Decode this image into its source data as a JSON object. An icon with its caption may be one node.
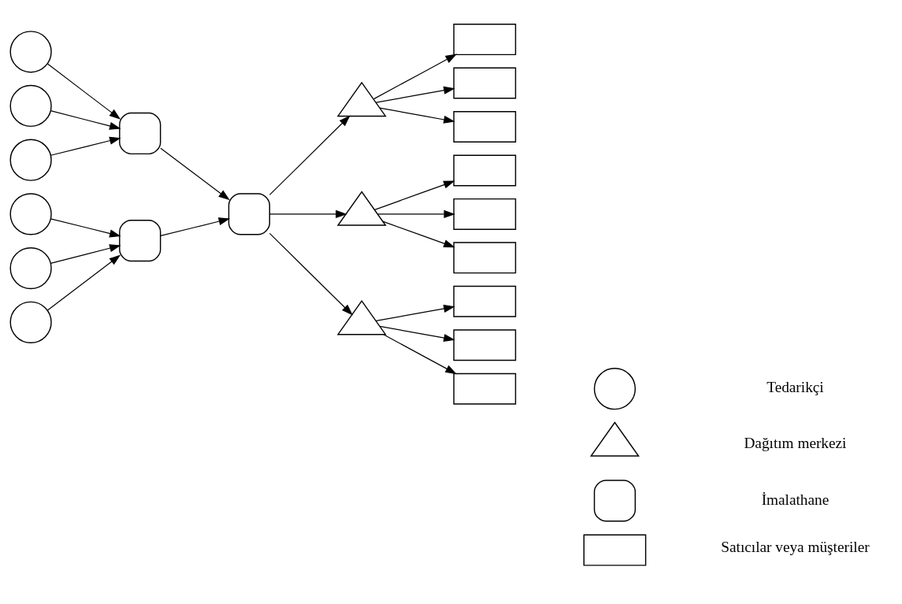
{
  "diagram": {
    "nodes": [
      {
        "text": [],
        "shape": "circle"
      },
      {
        "text": [],
        "shape": "circle"
      },
      {
        "text": [],
        "shape": "circle"
      },
      {
        "text": [],
        "shape": "circle"
      },
      {
        "text": [],
        "shape": "circle"
      },
      {
        "text": [],
        "shape": "circle"
      },
      {
        "text": [],
        "shape": "box"
      },
      {
        "text": [],
        "shape": "box"
      },
      {
        "text": [],
        "shape": "box"
      },
      {
        "text": [],
        "shape": "triangle"
      },
      {
        "text": [],
        "shape": "triangle"
      },
      {
        "text": [],
        "shape": "triangle"
      },
      {
        "text": [],
        "shape": "box"
      },
      {
        "text": [],
        "shape": "box"
      },
      {
        "text": [],
        "shape": "box"
      },
      {
        "text": [],
        "shape": "box"
      },
      {
        "text": [],
        "shape": "box"
      },
      {
        "text": [],
        "shape": "box"
      },
      {
        "text": [],
        "shape": "box"
      },
      {
        "text": [],
        "shape": "box"
      },
      {
        "text": [],
        "shape": "box"
      },
      {
        "text": [],
        "shape": "circle"
      },
      {
        "text": [],
        "shape": "triangle"
      },
      {
        "text": [],
        "shape": "box"
      },
      {
        "text": [],
        "shape": "box"
      }
    ],
    "edges": [
      {
        "from": 0,
        "to": 6,
        "arrow": "to"
      },
      {
        "from": 1,
        "to": 6,
        "arrow": "to"
      },
      {
        "from": 2,
        "to": 6,
        "arrow": "to"
      },
      {
        "from": 3,
        "to": 7,
        "arrow": "to"
      },
      {
        "from": 4,
        "to": 7,
        "arrow": "to"
      },
      {
        "from": 5,
        "to": 7,
        "arrow": "to"
      },
      {
        "from": 6,
        "to": 8,
        "arrow": "to"
      },
      {
        "from": 7,
        "to": 8,
        "arrow": "to"
      },
      {
        "from": 8,
        "to": 9,
        "arrow": "to"
      },
      {
        "from": 8,
        "to": 10,
        "arrow": "to"
      },
      {
        "from": 8,
        "to": 11,
        "arrow": "to"
      },
      {
        "from": 9,
        "to": 12,
        "arrow": "to"
      },
      {
        "from": 9,
        "to": 13,
        "arrow": "to"
      },
      {
        "from": 9,
        "to": 14,
        "arrow": "to"
      },
      {
        "from": 10,
        "to": 15,
        "arrow": "to"
      },
      {
        "from": 10,
        "to": 16,
        "arrow": "to"
      },
      {
        "from": 10,
        "to": 17,
        "arrow": "to"
      },
      {
        "from": 11,
        "to": 18,
        "arrow": "to"
      },
      {
        "from": 11,
        "to": 19,
        "arrow": "to"
      },
      {
        "from": 11,
        "to": 20,
        "arrow": "to"
      }
    ],
    "legend": [
      {
        "text": "Tedarikçi"
      },
      {
        "text": "Dağıtım merkezi"
      },
      {
        "text": "İmalathane"
      },
      {
        "text": "Satıcılar veya müşteriler"
      }
    ]
  }
}
